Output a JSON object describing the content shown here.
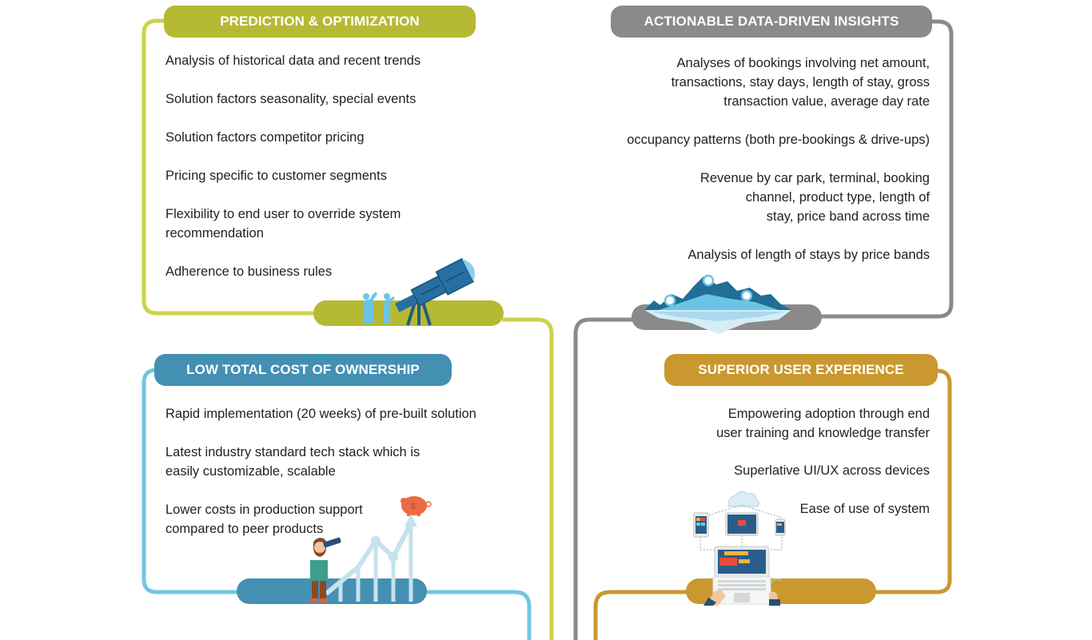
{
  "colors": {
    "green": "#b5b934",
    "green_line": "#cdd24a",
    "gray": "#8a8a8a",
    "blue": "#4490b3",
    "blue_line": "#72c6e0",
    "gold": "#c9982e"
  },
  "sections": [
    {
      "id": "prediction",
      "title": "PREDICTION & OPTIMIZATION",
      "items": [
        "Analysis of historical data and recent trends",
        "Solution factors seasonality, special events",
        "Solution factors competitor pricing",
        "Pricing specific to customer segments",
        "Flexibility to end user to override system\nrecommendation",
        "Adherence to business rules"
      ],
      "illustration": "telescope-icon"
    },
    {
      "id": "insights",
      "title": "ACTIONABLE DATA-DRIVEN INSIGHTS",
      "items": [
        "Analyses of bookings involving net amount,\ntransactions, stay days, length of stay, gross\ntransaction value, average day rate",
        "occupancy patterns (both pre-bookings & drive-ups)",
        "Revenue by car park, terminal, booking\nchannel, product type, length of\nstay, price band across time",
        "Analysis of length of stays by price bands"
      ],
      "illustration": "mountain-icon"
    },
    {
      "id": "cost",
      "title": "LOW TOTAL COST OF OWNERSHIP",
      "items": [
        "Rapid implementation (20 weeks) of pre-built solution",
        "Latest industry standard tech stack which is\neasily customizable, scalable",
        "Lower costs in production support\ncompared to peer products"
      ],
      "illustration": "growth-chart-icon"
    },
    {
      "id": "ux",
      "title": "SUPERIOR USER EXPERIENCE",
      "items": [
        "Empowering adoption through end\nuser training and knowledge transfer",
        "Superlative UI/UX across devices",
        "Ease of use of system"
      ],
      "illustration": "devices-icon"
    }
  ]
}
